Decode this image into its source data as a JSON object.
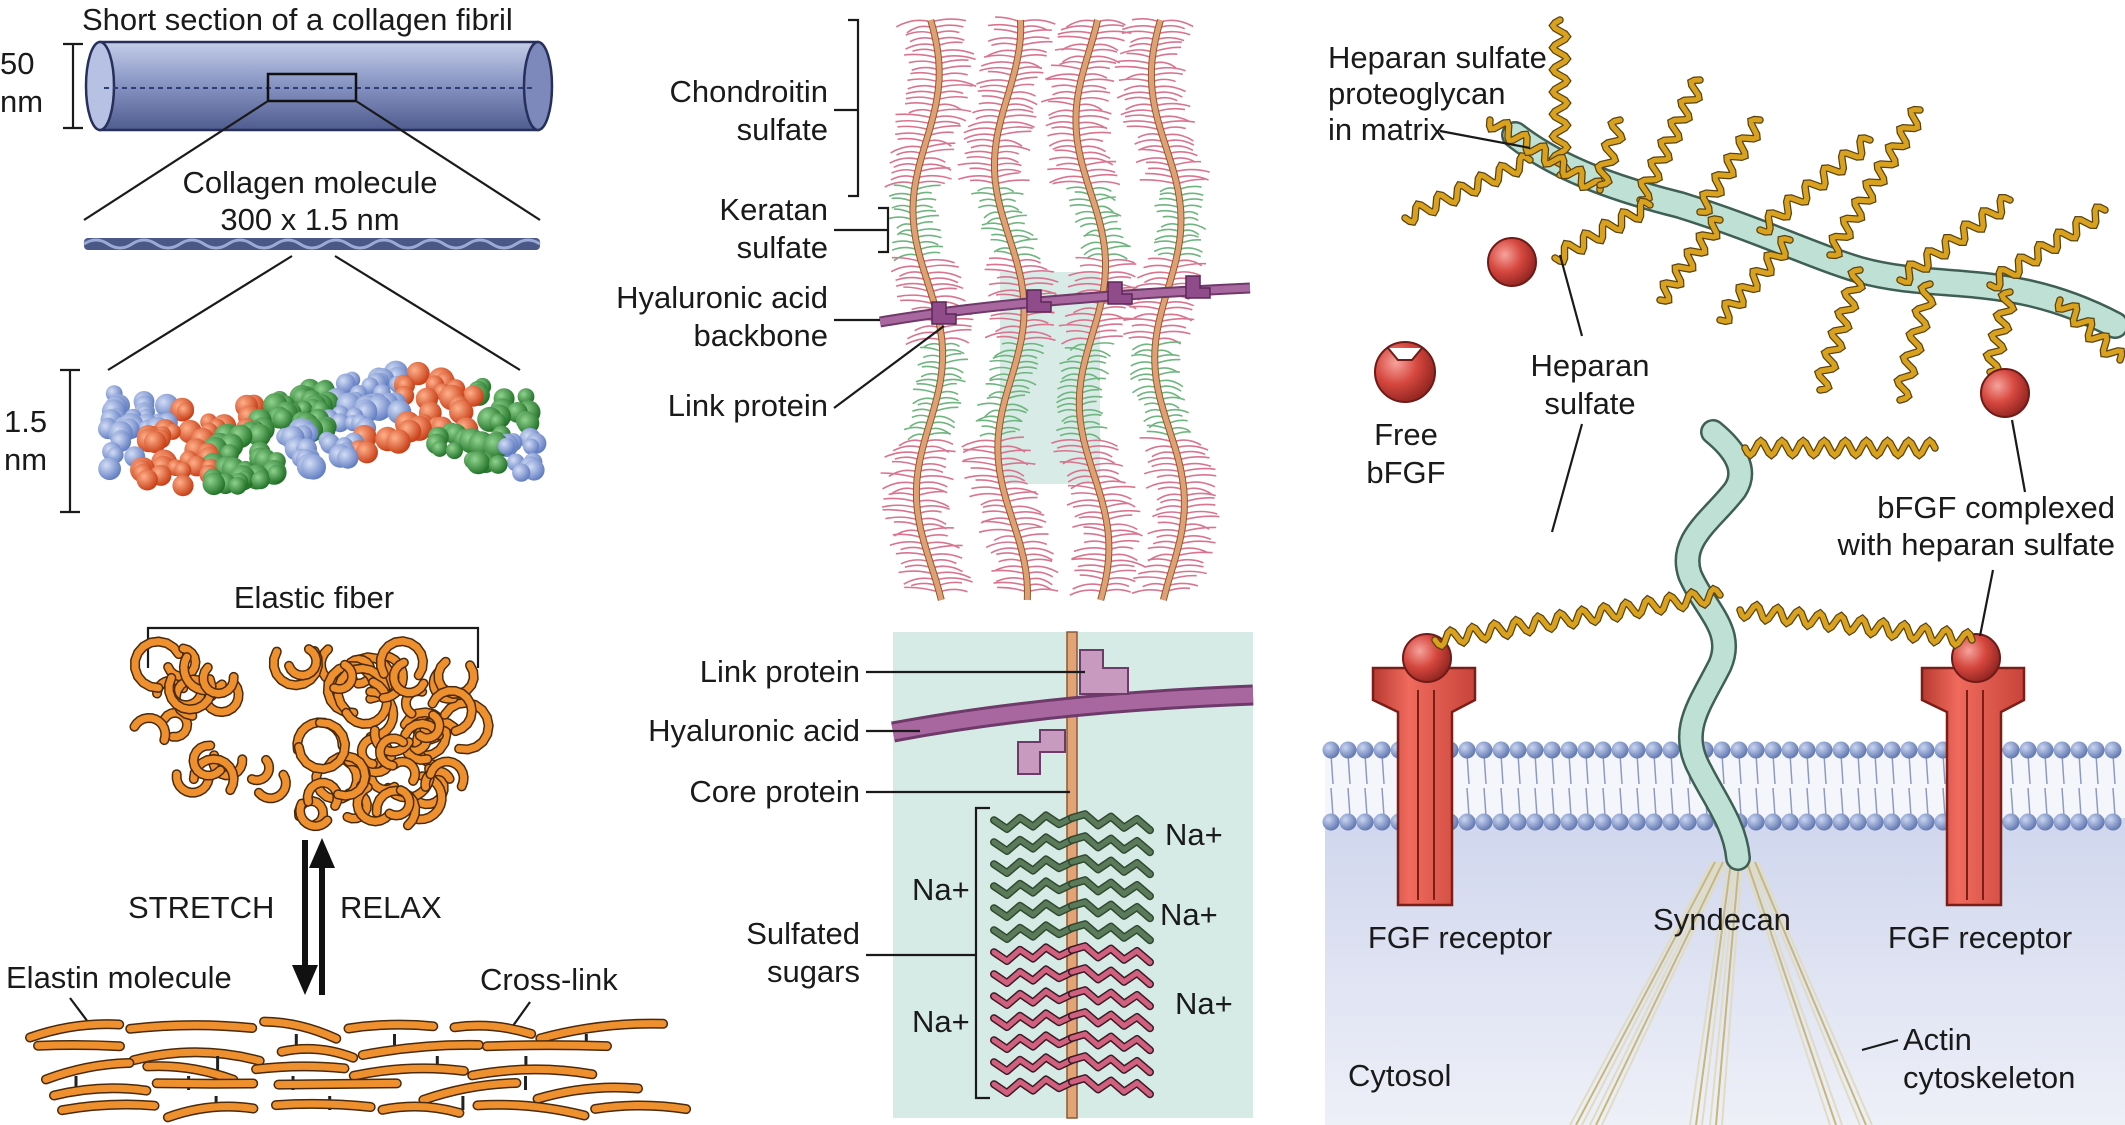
{
  "panels": {
    "collagen": {
      "title": "Short section of a collagen fibril",
      "fibril_diameter": [
        "50",
        "nm"
      ],
      "molecule_label": [
        "Collagen molecule",
        "300 x 1.5 nm"
      ],
      "molecule_diameter": [
        "1.5",
        "nm"
      ]
    },
    "elastic": {
      "fiber_label": "Elastic fiber",
      "stretch": "STRETCH",
      "relax": "RELAX",
      "elastin_molecule": "Elastin molecule",
      "cross_link": "Cross-link"
    },
    "aggrecan": {
      "chondroitin": [
        "Chondroitin",
        "sulfate"
      ],
      "keratan": [
        "Keratan",
        "sulfate"
      ],
      "hyaluronic_backbone": [
        "Hyaluronic acid",
        "backbone"
      ],
      "link_protein": "Link protein"
    },
    "aggrecan_detail": {
      "link_protein": "Link protein",
      "hyaluronic_acid": "Hyaluronic acid",
      "core_protein": "Core protein",
      "sulfated_sugars": [
        "Sulfated",
        "sugars"
      ],
      "na_plus": "Na+"
    },
    "syndecan": {
      "hspg_matrix": [
        "Heparan sulfate",
        "proteoglycan",
        "in matrix"
      ],
      "heparan_sulfate": [
        "Heparan",
        "sulfate"
      ],
      "free_bfgf": [
        "Free",
        "bFGF"
      ],
      "bfgf_complexed": [
        "bFGF complexed",
        "with heparan sulfate"
      ],
      "fgf_receptor": "FGF receptor",
      "syndecan": "Syndecan",
      "cytosol": "Cytosol",
      "actin": [
        "Actin",
        "cytoskeleton"
      ]
    }
  },
  "colors": {
    "fibril": "#8e9bc7",
    "elastin": "#e98a2e",
    "hyaluronan": "#9b5c95",
    "core_protein": "#d89a6a",
    "chondroitin": "#d9748f",
    "keratan": "#7cb98a",
    "heparan": "#e0aa2a",
    "syndecan": "#b9dccf",
    "bfgf": "#d9504a",
    "receptor": "#e6564b",
    "membrane_head": "#7f95c8",
    "cytosol": "#dfe3f3"
  }
}
